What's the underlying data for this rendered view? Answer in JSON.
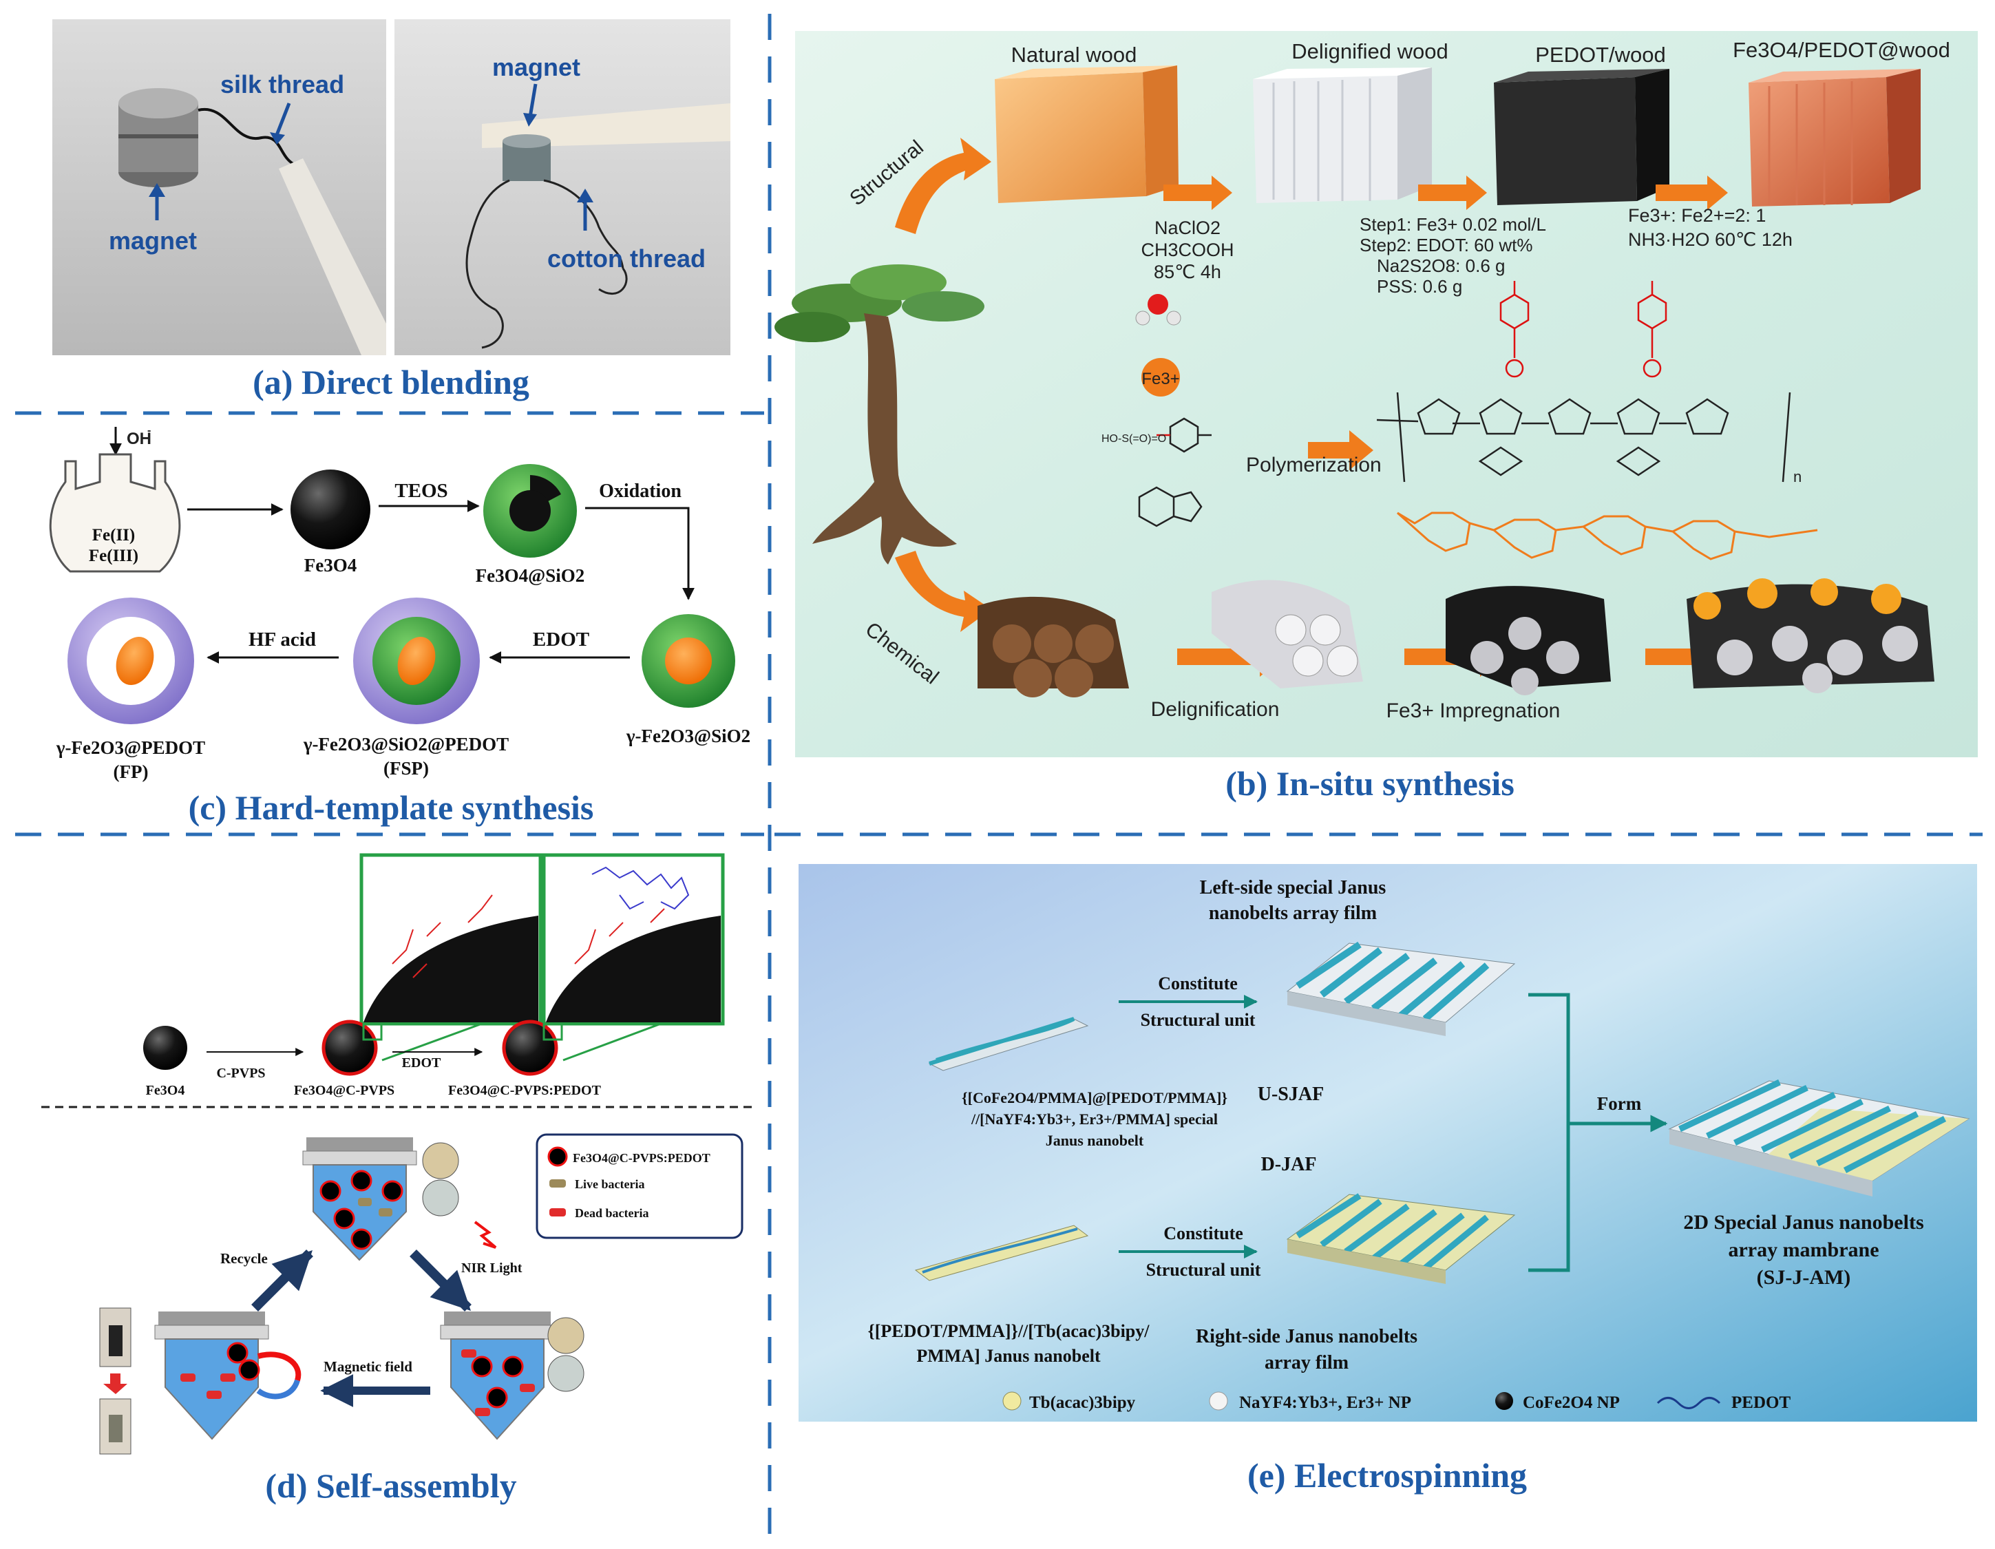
{
  "colors": {
    "caption": "#1f5ba6",
    "divider": "#2a6db5",
    "arrow_orange": "#f07c1c",
    "teal": "#16958a",
    "panel_b_bg": "#d9efe6",
    "panel_e_bg": "#6fb6d6"
  },
  "panel_a": {
    "caption": "(a) Direct blending",
    "left_photo": {
      "silk_label": "silk thread",
      "magnet_label": "magnet"
    },
    "right_photo": {
      "magnet_label": "magnet",
      "cotton_label": "cotton thread"
    }
  },
  "panel_b": {
    "caption": "(b) In-situ synthesis",
    "stages": [
      "Natural wood",
      "Delignified wood",
      "PEDOT/wood",
      "Fe3O4/PEDOT@wood"
    ],
    "structural_label": "Structural",
    "chemical_label": "Chemical",
    "step1_conditions": [
      "NaClO2",
      "CH3COOH",
      "85℃ 4h"
    ],
    "step2_conditions": [
      "Step1: Fe3+ 0.02 mol/L",
      "Step2: EDOT: 60 wt%",
      "Na2S2O8: 0.6 g",
      "PSS: 0.6 g"
    ],
    "step3_conditions": [
      "Fe3+:  Fe2+=2:  1",
      "NH3·H2O 60℃ 12h"
    ],
    "fe3_label": "Fe3+",
    "polymerization_label": "Polymerization",
    "subscript_n": "n",
    "delignification_label": "Delignification",
    "impregnation_label": "Fe3+ Impregnation"
  },
  "panel_c": {
    "caption": "(c) Hard-template synthesis",
    "oh_label": "OH",
    "flask_text": [
      "Fe(II)",
      "Fe(III)"
    ],
    "fe3o4_label": "Fe3O4",
    "teos_label": "TEOS",
    "fe3o4_sio2_label": "Fe3O4@SiO2",
    "oxidation_label": "Oxidation",
    "gamma_sio2_label": "γ-Fe2O3@SiO2",
    "edot_label": "EDOT",
    "fsp_label": [
      "γ-Fe2O3@SiO2@PEDOT",
      "(FSP)"
    ],
    "hf_label": "HF acid",
    "fp_label": [
      "γ-Fe2O3@PEDOT",
      "(FP)"
    ]
  },
  "panel_d": {
    "caption": "(d) Self-assembly",
    "top_labels": [
      "Fe3O4",
      "C-PVPS",
      "Fe3O4@C-PVPS",
      "EDOT",
      "Fe3O4@C-PVPS:PEDOT"
    ],
    "legend": [
      "Fe3O4@C-PVPS:PEDOT",
      "Live bacteria",
      "Dead bacteria"
    ],
    "recycle_label": "Recycle",
    "nir_label": "NIR Light",
    "magnetic_label": "Magnetic field"
  },
  "panel_e": {
    "caption": "(e) Electrospinning",
    "left_film_title": [
      "Left-side special Janus",
      "nanobelts array film"
    ],
    "constitute": "Constitute",
    "structural_unit": "Structural unit",
    "u_sjaf": "U-SJAF",
    "d_jaf": "D-JAF",
    "form_label": "Form",
    "nanobelt1": [
      "{[CoFe2O4/PMMA]@[PEDOT/PMMA]}",
      "//[NaYF4:Yb3+, Er3+/PMMA] special",
      "Janus nanobelt"
    ],
    "nanobelt2": [
      "{[PEDOT/PMMA]}//[Tb(acac)3bipy/",
      "PMMA] Janus nanobelt"
    ],
    "right_film_title": [
      "Right-side Janus nanobelts",
      "array film"
    ],
    "result": [
      "2D Special Janus nanobelts",
      "array mambrane",
      "(SJ-J-AM)"
    ],
    "legend": [
      "Tb(acac)3bipy",
      "NaYF4:Yb3+, Er3+ NP",
      "CoFe2O4 NP",
      "PEDOT"
    ]
  }
}
